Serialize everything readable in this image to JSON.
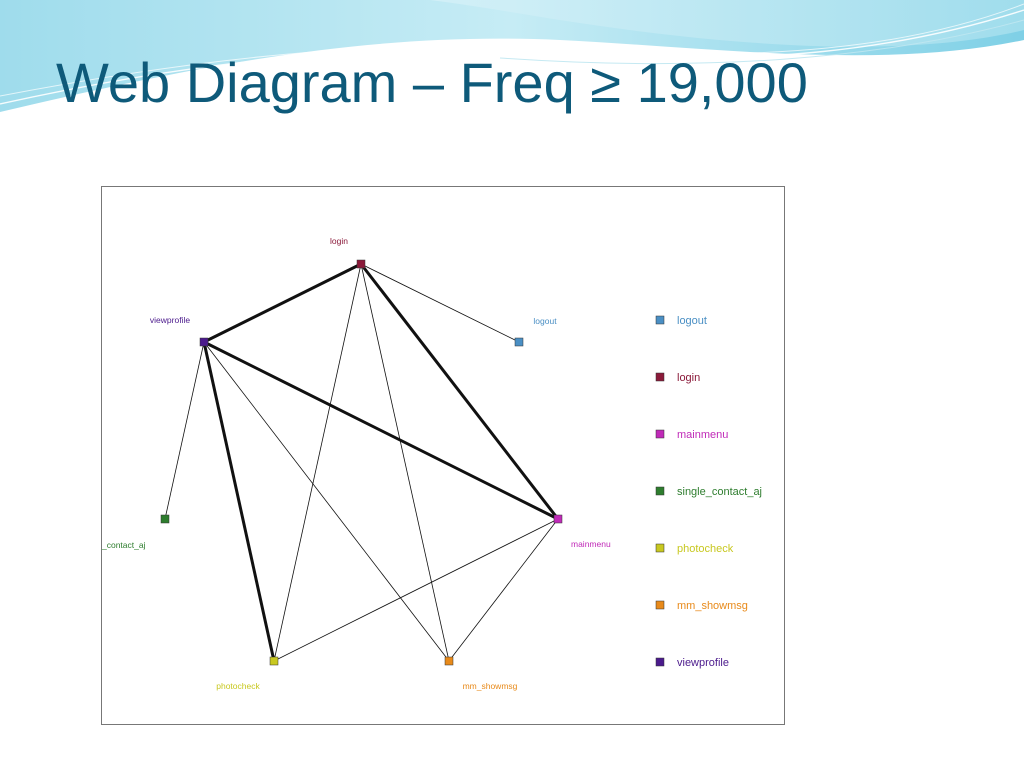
{
  "slide": {
    "title": "Web Diagram – Freq ≥ 19,000"
  },
  "diagram": {
    "nodes": [
      {
        "id": "login",
        "label": "login",
        "color": "#8b1a3a"
      },
      {
        "id": "logout",
        "label": "logout",
        "color": "#4a8fc4"
      },
      {
        "id": "viewprofile",
        "label": "viewprofile",
        "color": "#4b1a8c"
      },
      {
        "id": "single_contact_aj",
        "label": "_contact_aj",
        "color": "#2e7d2e"
      },
      {
        "id": "mainmenu",
        "label": "mainmenu",
        "color": "#c02ab8"
      },
      {
        "id": "photocheck",
        "label": "photocheck",
        "color": "#c8c820"
      },
      {
        "id": "mm_showmsg",
        "label": "mm_showmsg",
        "color": "#e88a1a"
      }
    ],
    "edges": [
      {
        "from": "login",
        "to": "viewprofile",
        "weight": "heavy"
      },
      {
        "from": "login",
        "to": "mainmenu",
        "weight": "heavy"
      },
      {
        "from": "login",
        "to": "logout",
        "weight": "light"
      },
      {
        "from": "login",
        "to": "photocheck",
        "weight": "light"
      },
      {
        "from": "login",
        "to": "mm_showmsg",
        "weight": "light"
      },
      {
        "from": "viewprofile",
        "to": "mainmenu",
        "weight": "heavy"
      },
      {
        "from": "viewprofile",
        "to": "photocheck",
        "weight": "heavy"
      },
      {
        "from": "viewprofile",
        "to": "mm_showmsg",
        "weight": "light"
      },
      {
        "from": "viewprofile",
        "to": "single_contact_aj",
        "weight": "light"
      },
      {
        "from": "mainmenu",
        "to": "photocheck",
        "weight": "light"
      },
      {
        "from": "mainmenu",
        "to": "mm_showmsg",
        "weight": "light"
      }
    ],
    "legend": [
      {
        "label": "logout",
        "color": "#4a8fc4"
      },
      {
        "label": "login",
        "color": "#8b1a3a"
      },
      {
        "label": "mainmenu",
        "color": "#c02ab8"
      },
      {
        "label": "single_contact_aj",
        "color": "#2e7d2e"
      },
      {
        "label": "photocheck",
        "color": "#c8c820"
      },
      {
        "label": "mm_showmsg",
        "color": "#e88a1a"
      },
      {
        "label": "viewprofile",
        "color": "#4b1a8c"
      }
    ]
  }
}
